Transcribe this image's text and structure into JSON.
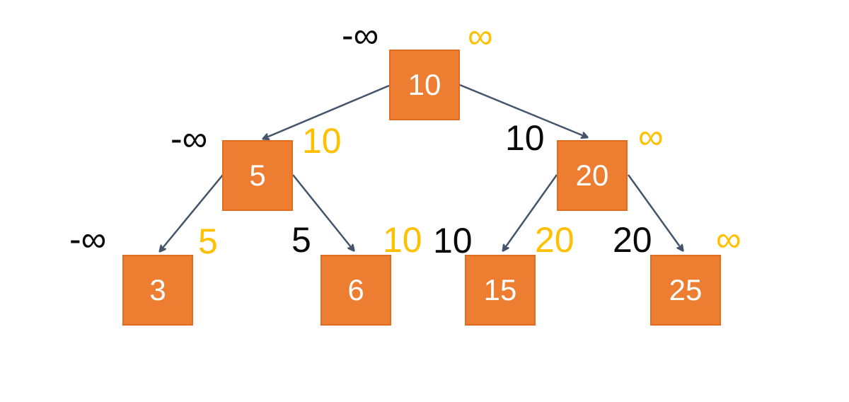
{
  "diagram_type": "binary-search-tree-with-bounds",
  "colors": {
    "node_fill": "#ED7D31",
    "node_border": "#E06D1F",
    "node_text": "#FFFFFF",
    "min_label": "#0A0A0A",
    "max_label": "#FFC000",
    "edge": "#44546A",
    "canvas_bg": "#FFFFFF"
  },
  "tree": {
    "nodes": [
      {
        "value": "10",
        "min": "-∞",
        "max": "∞"
      },
      {
        "value": "5",
        "min": "-∞",
        "max": "10"
      },
      {
        "value": "20",
        "min": "10",
        "max": "∞"
      },
      {
        "value": "3",
        "min": "-∞",
        "max": "5"
      },
      {
        "value": "6",
        "min": "5",
        "max": "10"
      },
      {
        "value": "15",
        "min": "10",
        "max": "20"
      },
      {
        "value": "25",
        "min": "20",
        "max": "∞"
      }
    ],
    "edges": [
      {
        "from": "10",
        "to": "5"
      },
      {
        "from": "10",
        "to": "20"
      },
      {
        "from": "5",
        "to": "3"
      },
      {
        "from": "5",
        "to": "6"
      },
      {
        "from": "20",
        "to": "15"
      },
      {
        "from": "20",
        "to": "25"
      }
    ]
  }
}
